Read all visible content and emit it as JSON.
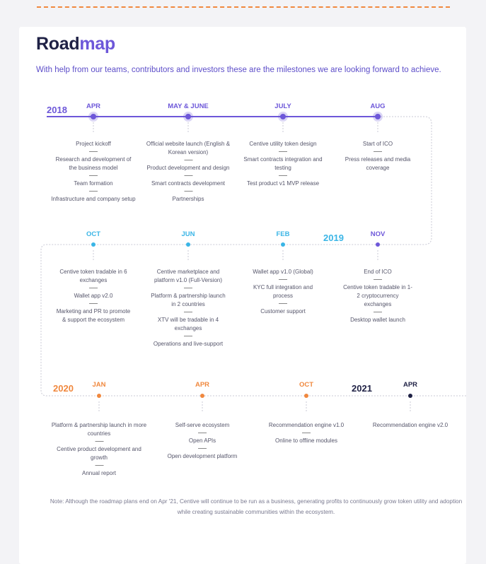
{
  "title_main": "Road",
  "title_accent": "map",
  "subtitle": "With help from our teams, contributors and investors these are the milestones we are looking forward to achieve.",
  "colors": {
    "purple": "#6d57d9",
    "blue": "#3ab5e6",
    "orange": "#f0883e",
    "navy": "#1f2145"
  },
  "rows": [
    {
      "years": [
        {
          "label": "2018",
          "color": "purple"
        }
      ],
      "milestones": [
        {
          "month": "APR",
          "items": [
            "Project kickoff",
            "Research and development of the business model",
            "Team formation",
            "Infrastructure and company setup"
          ]
        },
        {
          "month": "MAY & JUNE",
          "items": [
            "Official website launch (English & Korean version)",
            "Product development and design",
            "Smart contracts development",
            "Partnerships"
          ]
        },
        {
          "month": "JULY",
          "items": [
            "Centive utility token design",
            "Smart contracts integration and testing",
            "Test product v1 MVP release"
          ]
        },
        {
          "month": "AUG",
          "items": [
            "Start of ICO",
            "Press releases and media coverage"
          ]
        }
      ]
    },
    {
      "years": [
        {
          "label": "2019",
          "color": "blue"
        }
      ],
      "milestones": [
        {
          "month": "OCT",
          "items": [
            "Centive token tradable in 6 exchanges",
            "Wallet app v2.0",
            "Marketing and PR to promote & support the ecosystem"
          ]
        },
        {
          "month": "JUN",
          "items": [
            "Centive marketplace and platform v1.0 (Full-Version)",
            "Platform & partnership launch in 2 countries",
            "XTV will be tradable in 4 exchanges",
            "Operations and live-support"
          ]
        },
        {
          "month": "FEB",
          "items": [
            "Wallet app v1.0 (Global)",
            "KYC full integration and process",
            "Customer support"
          ]
        },
        {
          "month": "NOV",
          "items": [
            "End of ICO",
            "Centive token tradable in 1-2 cryptocurrency exchanges",
            "Desktop wallet launch"
          ]
        }
      ]
    },
    {
      "years": [
        {
          "label": "2020",
          "color": "orange"
        },
        {
          "label": "2021",
          "color": "navy"
        }
      ],
      "milestones": [
        {
          "month": "JAN",
          "items": [
            "Platform & partnership launch in more countries",
            "Centive product development and growth",
            "Annual report"
          ]
        },
        {
          "month": "APR",
          "items": [
            "Self-serve ecosystem",
            "Open APIs",
            "Open development platform"
          ]
        },
        {
          "month": "OCT",
          "items": [
            "Recommendation engine v1.0",
            "Online to offline modules"
          ]
        },
        {
          "month": "APR",
          "items": [
            "Recommendation engine v2.0"
          ]
        }
      ]
    }
  ],
  "note": "Note:  Although the roadmap plans end on Apr '21, Centive will continue to be run as a business, generating profits to continuously grow token utility and adoption while creating sustainable communities within the ecosystem."
}
